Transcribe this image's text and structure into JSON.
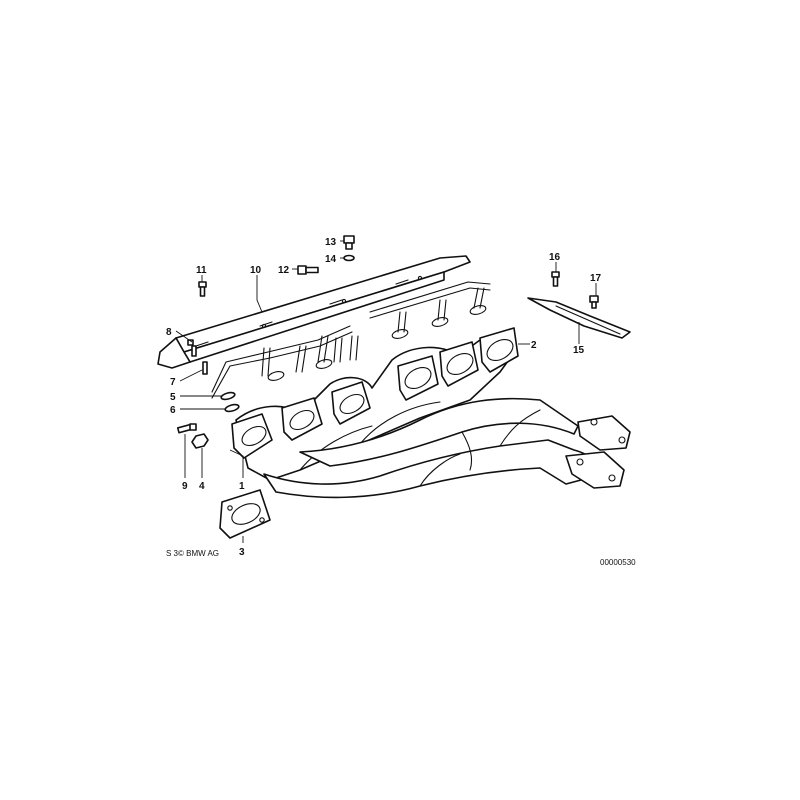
{
  "diagram": {
    "callouts": [
      "1",
      "2",
      "3",
      "4",
      "5",
      "6",
      "7",
      "8",
      "9",
      "10",
      "11",
      "12",
      "13",
      "14",
      "15",
      "16",
      "17"
    ],
    "copyright": "S 3© BMW AG",
    "image_number": "00000530"
  }
}
